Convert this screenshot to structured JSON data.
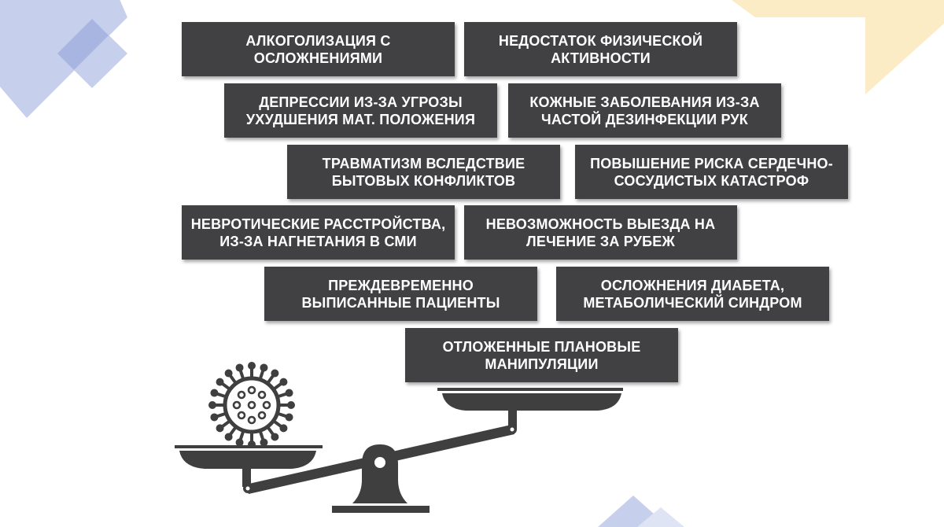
{
  "factors": [
    {
      "line1": "АЛКОГОЛИЗАЦИЯ С",
      "line2": "ОСЛОЖНЕНИЯМИ"
    },
    {
      "line1": "НЕДОСТАТОК ФИЗИЧЕСКОЙ",
      "line2": "АКТИВНОСТИ"
    },
    {
      "line1": "ДЕПРЕССИИ ИЗ-ЗА УГРОЗЫ",
      "line2": "УХУДШЕНИЯ МАТ. ПОЛОЖЕНИЯ"
    },
    {
      "line1": "КОЖНЫЕ ЗАБОЛЕВАНИЯ ИЗ-ЗА",
      "line2": "ЧАСТОЙ ДЕЗИНФЕКЦИИ РУК"
    },
    {
      "line1": "ТРАВМАТИЗМ ВСЛЕДСТВИЕ",
      "line2": "БЫТОВЫХ КОНФЛИКТОВ"
    },
    {
      "line1": "ПОВЫШЕНИЕ РИСКА СЕРДЕЧНО-",
      "line2": "СОСУДИСТЫХ КАТАСТРОФ"
    },
    {
      "line1": "НЕВРОТИЧЕСКИЕ РАССТРОЙСТВА,",
      "line2": "ИЗ-ЗА НАГНЕТАНИЯ В СМИ"
    },
    {
      "line1": "НЕВОЗМОЖНОСТЬ ВЫЕЗДА НА",
      "line2": "ЛЕЧЕНИЕ ЗА РУБЕЖ"
    },
    {
      "line1": "ПРЕЖДЕВРЕМЕННО",
      "line2": "ВЫПИСАННЫЕ ПАЦИЕНТЫ"
    },
    {
      "line1": "ОСЛОЖНЕНИЯ ДИАБЕТА,",
      "line2": "МЕТАБОЛИЧЕСКИЙ СИНДРОМ"
    },
    {
      "line1": "ОТЛОЖЕННЫЕ ПЛАНОВЫЕ",
      "line2": "МАНИПУЛЯЦИИ"
    }
  ],
  "colors": {
    "box": "#414042",
    "text": "#ffffff",
    "scale": "#3f3f3f",
    "deco_blue": "#b7c2e4",
    "deco_yellow": "#fbe9bd"
  },
  "icons": {
    "scale": "balance-scale-icon",
    "virus": "virus-icon"
  }
}
